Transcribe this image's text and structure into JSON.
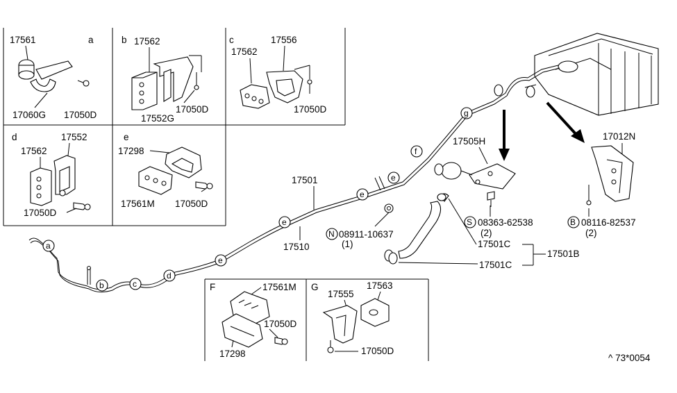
{
  "panels": {
    "a": {
      "letter": "a",
      "parts": [
        "17561",
        "17060G",
        "17050D"
      ]
    },
    "b": {
      "letter": "b",
      "parts": [
        "17562",
        "17552G",
        "17050D"
      ]
    },
    "c": {
      "letter": "c",
      "parts": [
        "17562",
        "17556",
        "17050D"
      ]
    },
    "d": {
      "letter": "d",
      "parts": [
        "17562",
        "17552",
        "17050D"
      ]
    },
    "e": {
      "letter": "e",
      "parts": [
        "17298",
        "17561M",
        "17050D"
      ]
    },
    "F": {
      "letter": "F",
      "parts": [
        "17561M",
        "17050D",
        "17298"
      ]
    },
    "G": {
      "letter": "G",
      "parts": [
        "17555",
        "17563",
        "17050D"
      ]
    }
  },
  "main": {
    "parts": [
      "17501",
      "17510",
      "17505H",
      "17012N",
      "17501C",
      "17501C",
      "17501B"
    ],
    "fasteners": [
      {
        "prefix": "N",
        "number": "08911-10637",
        "qty": "(1)"
      },
      {
        "prefix": "S",
        "number": "08363-62538",
        "qty": "(2)"
      },
      {
        "prefix": "B",
        "number": "08116-82537",
        "qty": "(2)"
      }
    ],
    "clip_markers": [
      "a",
      "b",
      "c",
      "d",
      "e",
      "e",
      "e",
      "f",
      "g",
      "e"
    ]
  },
  "footer": {
    "code": "^ 73*0054"
  }
}
